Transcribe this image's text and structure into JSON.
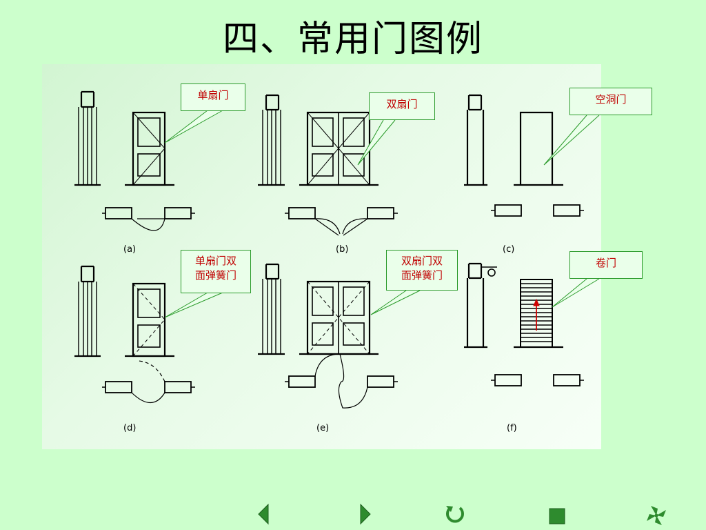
{
  "slide": {
    "title": "四、常用门图例"
  },
  "callouts": {
    "single": "单扇门",
    "double": "双扇门",
    "opening": "空洞门",
    "single_swing_line1": "单扇门双",
    "single_swing_line2": "面弹簧门",
    "double_swing_line1": "双扇门双",
    "double_swing_line2": "面弹簧门",
    "rolling": "卷门"
  },
  "captions": {
    "a": "(a)",
    "b": "(b)",
    "c": "(c)",
    "d": "(d)",
    "e": "(e)",
    "f": "(f)"
  },
  "nav": {
    "prev_icon": "triangle-left",
    "next_icon": "triangle-right",
    "return_icon": "circular-arrow",
    "end_icon": "square",
    "home_icon": "pinwheel",
    "icon_color": "#2e8b2e"
  }
}
